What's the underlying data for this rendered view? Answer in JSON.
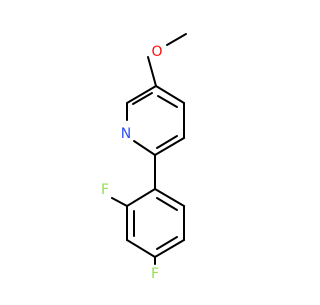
{
  "molecule": {
    "atoms": {
      "oxygen": "O",
      "nitrogen": "N",
      "fluorine_ortho": "F",
      "fluorine_para": "F"
    },
    "colors": {
      "bond": "#000000",
      "oxygen": "#ff0d0d",
      "nitrogen": "#3050f8",
      "fluorine": "#90e050"
    }
  }
}
